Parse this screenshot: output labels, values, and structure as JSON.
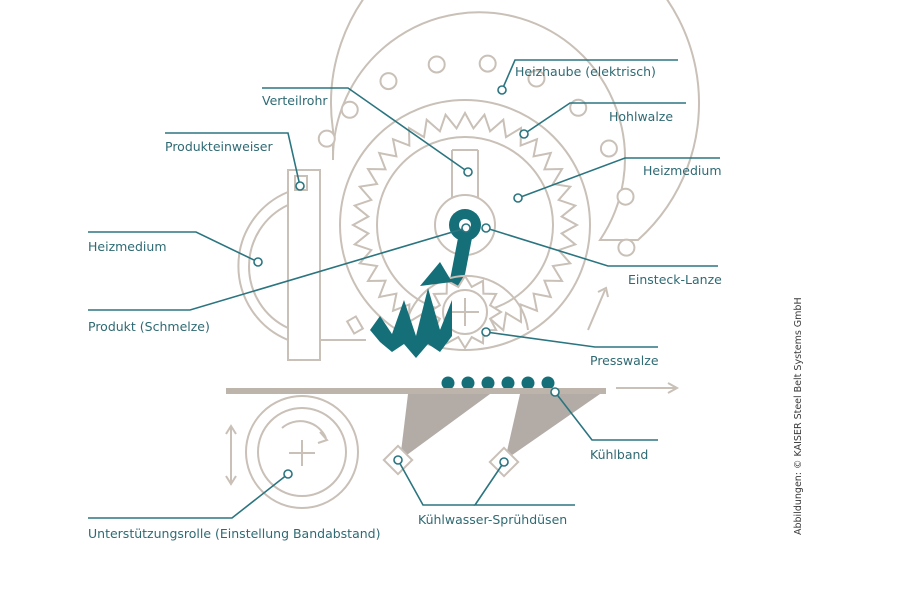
{
  "colors": {
    "outline": "#c9c0b7",
    "outline_dark": "#b0a69b",
    "teal": "#156f78",
    "leader": "#2b7580",
    "label": "#2f6a73",
    "gray_fill": "#b2aba6",
    "belt": "#bdb4ab"
  },
  "labels": {
    "heizhaube": "Heizhaube (elektrisch)",
    "hohlwalze": "Hohlwalze",
    "heizmedium_right": "Heizmedium",
    "verteilrohr": "Verteilrohr",
    "produkteinweiser": "Produkteinweiser",
    "heizmedium_left": "Heizmedium",
    "einsteck_lanze": "Einsteck-Lanze",
    "produkt": "Produkt (Schmelze)",
    "presswalze": "Presswalze",
    "kuehlband": "Kühlband",
    "kuehlwasser": "Kühlwasser-Sprühdüsen",
    "unterstuetzungsrolle": "Unterstützungsrolle (Einstellung Bandabstand)"
  },
  "credit": "Abbildungen: © KAISER Steel Belt Systems GmbH",
  "icons": [
    "rotation-arrow-icon",
    "direction-arrow-icon",
    "crosshair-icon",
    "double-arrow-icon"
  ]
}
